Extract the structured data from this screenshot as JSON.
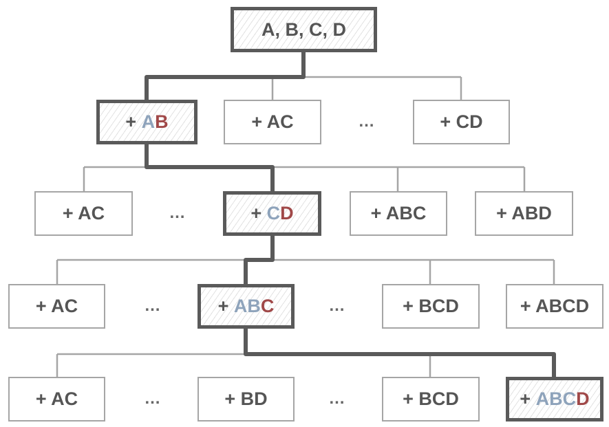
{
  "colors": {
    "text": "#555555",
    "added_old": "#8ea3bb",
    "added_new": "#a04848",
    "thin_line": "#a5a5a5",
    "thick_line": "#5a5a5a"
  },
  "ellipsis": "…",
  "rows": [
    [
      {
        "label": [
          {
            "t": "A, B, C, D",
            "c": "text"
          }
        ],
        "selected": true
      }
    ],
    [
      {
        "label": [
          {
            "t": "+ ",
            "c": "text"
          },
          {
            "t": "A",
            "c": "added_old"
          },
          {
            "t": "B",
            "c": "added_new"
          }
        ],
        "selected": true
      },
      {
        "label": [
          {
            "t": "+ AC",
            "c": "text"
          }
        ],
        "selected": false
      },
      {
        "ellipsis": true
      },
      {
        "label": [
          {
            "t": "+ CD",
            "c": "text"
          }
        ],
        "selected": false
      }
    ],
    [
      {
        "label": [
          {
            "t": "+ AC",
            "c": "text"
          }
        ],
        "selected": false
      },
      {
        "ellipsis": true
      },
      {
        "label": [
          {
            "t": "+ ",
            "c": "text"
          },
          {
            "t": "C",
            "c": "added_old"
          },
          {
            "t": "D",
            "c": "added_new"
          }
        ],
        "selected": true
      },
      {
        "label": [
          {
            "t": "+ ABC",
            "c": "text"
          }
        ],
        "selected": false
      },
      {
        "label": [
          {
            "t": "+ ABD",
            "c": "text"
          }
        ],
        "selected": false
      }
    ],
    [
      {
        "label": [
          {
            "t": "+ AC",
            "c": "text"
          }
        ],
        "selected": false
      },
      {
        "ellipsis": true
      },
      {
        "label": [
          {
            "t": "+ ",
            "c": "text"
          },
          {
            "t": "AB",
            "c": "added_old"
          },
          {
            "t": "C",
            "c": "added_new"
          }
        ],
        "selected": true
      },
      {
        "ellipsis": true
      },
      {
        "label": [
          {
            "t": "+ BCD",
            "c": "text"
          }
        ],
        "selected": false
      },
      {
        "label": [
          {
            "t": "+ ABCD",
            "c": "text"
          }
        ],
        "selected": false
      }
    ],
    [
      {
        "label": [
          {
            "t": "+ AC",
            "c": "text"
          }
        ],
        "selected": false
      },
      {
        "ellipsis": true
      },
      {
        "label": [
          {
            "t": "+ BD",
            "c": "text"
          }
        ],
        "selected": false
      },
      {
        "ellipsis": true
      },
      {
        "label": [
          {
            "t": "+ BCD",
            "c": "text"
          }
        ],
        "selected": false
      },
      {
        "label": [
          {
            "t": "+ ",
            "c": "text"
          },
          {
            "t": "ABC",
            "c": "added_old"
          },
          {
            "t": "D",
            "c": "added_new"
          }
        ],
        "selected": true
      }
    ]
  ]
}
